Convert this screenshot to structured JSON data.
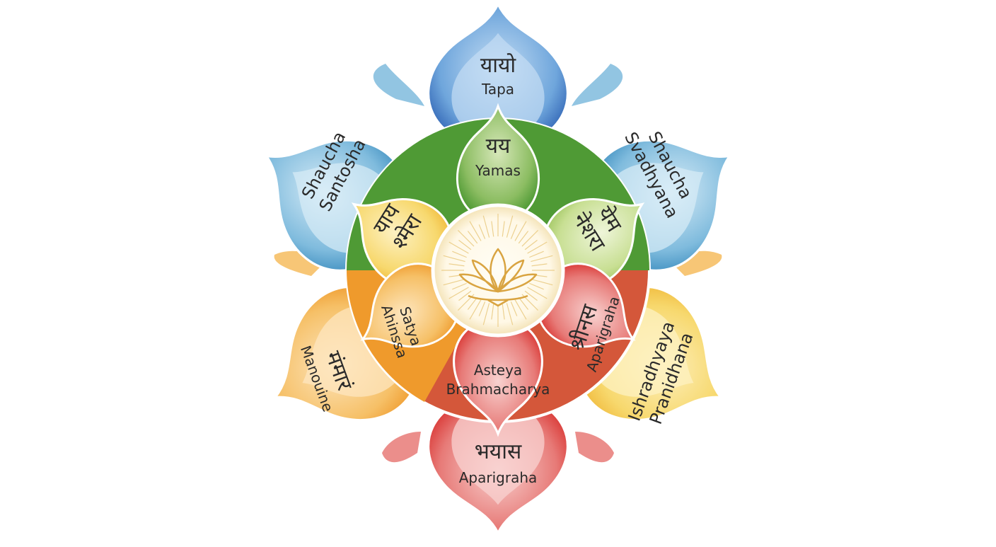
{
  "colors": {
    "blue_dark": "#2f63b4",
    "blue_mid": "#6fa6dc",
    "blue_light": "#c4ddf3",
    "teal": "#3f8fc0",
    "teal_light": "#bfdff0",
    "green_dark": "#3f8a2d",
    "green_mid": "#7fb45a",
    "green_light": "#d6e7b8",
    "yellow": "#f2cc3a",
    "yellow_light": "#fbe9a3",
    "orange": "#ef9a2c",
    "orange_light": "#f8cb8c",
    "red": "#d8322f",
    "red_light": "#f3b3b2",
    "center_fill": "#fffdf7",
    "lotus_gold": "#d9a441"
  },
  "petals": {
    "top": {
      "devanagari": "यायो",
      "latin": "Tapa",
      "color": "blue"
    },
    "upper_left": {
      "line1": "Shaucha",
      "line2": "Santosha",
      "color": "teal"
    },
    "upper_right": {
      "line1": "Shaucha",
      "line2": "Svadhyana",
      "color": "teal"
    },
    "lower_left": {
      "line1": "मंमारं",
      "line2": "Manouine",
      "color": "orange"
    },
    "lower_right": {
      "line1": "Ishradhyaya",
      "line2": "Pranidhana",
      "color": "yellow"
    },
    "bottom": {
      "devanagari": "भयास",
      "latin": "Aparigraha",
      "color": "red"
    }
  },
  "inner": {
    "top": {
      "devanagari": "यय",
      "latin": "Yamas",
      "color": "green"
    },
    "upper_left": {
      "line1": "याय",
      "line2": "श्मेरा",
      "color": "yellow"
    },
    "upper_right": {
      "line1": "येम",
      "line2": "नेशरा",
      "color": "green_light"
    },
    "lower_left": {
      "line1": "Satya",
      "line2": "Ahinssa",
      "color": "orange"
    },
    "lower_right": {
      "line1": "श्रीनस",
      "line2": "Aparigraha",
      "color": "red"
    },
    "bottom": {
      "line1": "Asteya",
      "line2": "Brahmacharya",
      "color": "red"
    }
  },
  "center": {
    "icon": "lotus-icon"
  }
}
